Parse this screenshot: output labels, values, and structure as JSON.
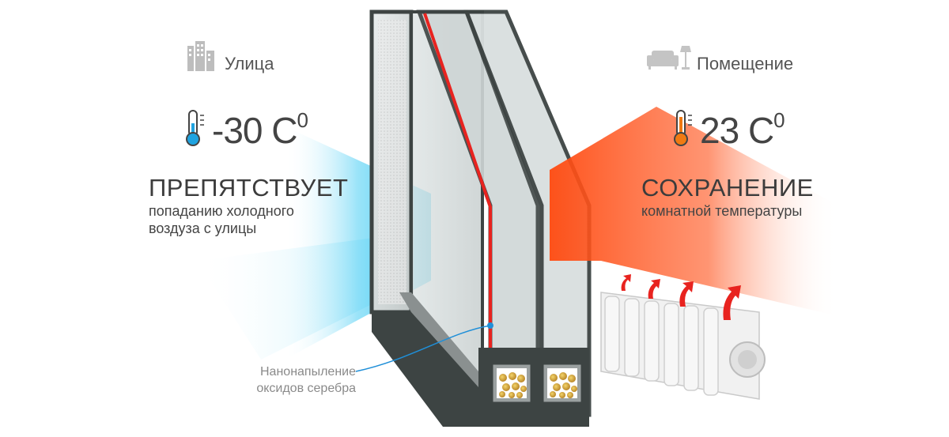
{
  "outside": {
    "label": "Улица",
    "temperature": "-30 С",
    "degree_mark": "0",
    "heading": "ПРЕПЯТСТВУЕТ",
    "description_line1": "попаданию холодного",
    "description_line2": "воздуза с улицы",
    "icon": "building-icon",
    "thermo_icon": "thermometer-cold-icon"
  },
  "inside": {
    "label": "Помещение",
    "temperature": "23 С",
    "degree_mark": "0",
    "heading": "СОХРАНЕНИЕ",
    "description_line1": "комнатной температуры",
    "icon": "sofa-lamp-icon",
    "thermo_icon": "thermometer-warm-icon"
  },
  "callout": {
    "line1": "Нанонапыление",
    "line2": "оксидов серебра"
  },
  "colors": {
    "cold": "#1fb8e8",
    "warm": "#ff4a1a",
    "frame": "#3d4443",
    "coating": "#e8231f",
    "callout_line": "#1f8fd8"
  }
}
